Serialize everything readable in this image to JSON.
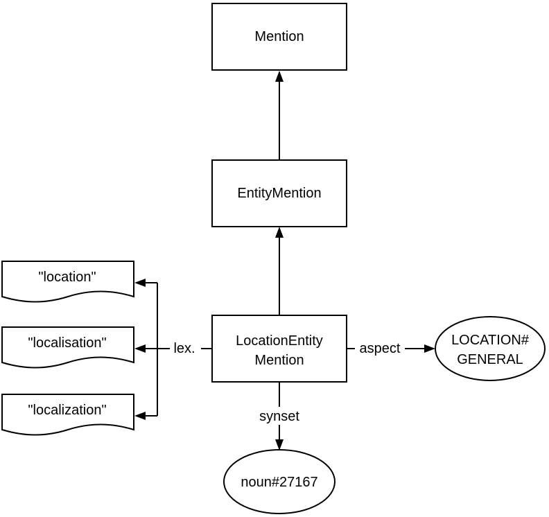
{
  "nodes": {
    "mention": "Mention",
    "entity_mention": "EntityMention",
    "location_entity_mention": [
      "LocationEntity",
      "Mention"
    ],
    "location_general": [
      "LOCATION#",
      "GENERAL"
    ],
    "noun_synset": "noun#27167",
    "lex_location": "\"location\"",
    "lex_localisation": "\"localisation\"",
    "lex_localization": "\"localization\""
  },
  "edges": {
    "lex": "lex.",
    "aspect": "aspect",
    "synset": "synset"
  }
}
